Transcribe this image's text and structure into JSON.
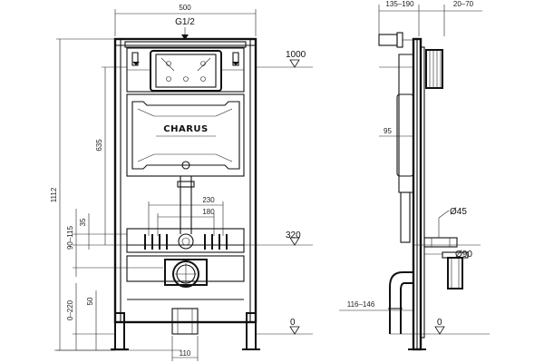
{
  "brand": "CHARUS",
  "front_view": {
    "top_width": "500",
    "inlet": "G1/2",
    "total_height": "1112",
    "tank_height": "635",
    "fix_range_upper": "90–115",
    "fix_offset": "35",
    "foot_range": "0–220",
    "foot_offset": "50",
    "spacing_outer": "230",
    "spacing_inner": "180",
    "bottom_width": "110",
    "level_top": "1000",
    "level_mid": "320",
    "level_zero": "0"
  },
  "side_view": {
    "depth_front": "135–190",
    "depth_rear": "20–70",
    "tank_depth": "95",
    "pipe_small": "Ø45",
    "pipe_large": "Ø90",
    "outlet_range": "116–146",
    "level_zero": "0"
  }
}
